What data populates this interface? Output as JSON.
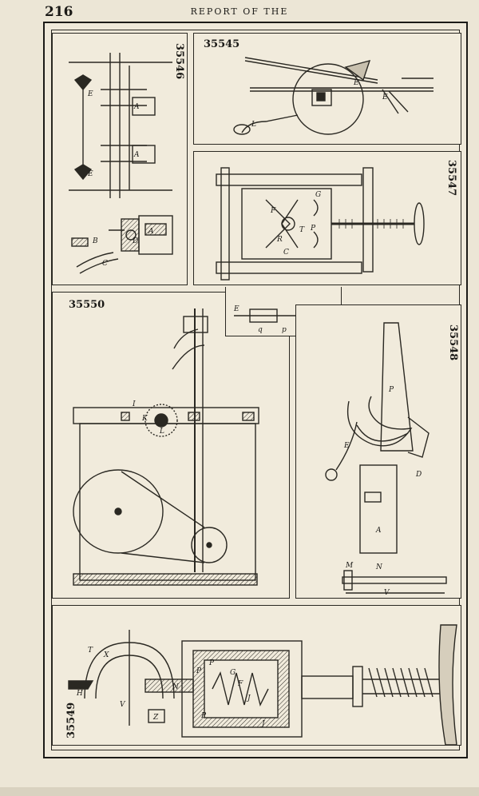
{
  "header": {
    "page_number": "216",
    "running_title": "REPORT OF THE"
  },
  "patents": [
    {
      "number": "35546",
      "labels": [
        "A",
        "A",
        "E",
        "E",
        "A",
        "B",
        "C",
        "D"
      ]
    },
    {
      "number": "35545",
      "labels": [
        "E",
        "E",
        "L"
      ]
    },
    {
      "number": "35547",
      "labels": [
        "G",
        "F",
        "T",
        "R",
        "P",
        "C"
      ]
    },
    {
      "number": "35550",
      "labels": [
        "K",
        "L",
        "I",
        "E",
        "q",
        "p"
      ]
    },
    {
      "number": "35548",
      "labels": [
        "P",
        "E",
        "D",
        "A",
        "N",
        "M",
        "V"
      ]
    },
    {
      "number": "35549",
      "labels": [
        "T",
        "X",
        "H",
        "V",
        "Z",
        "N",
        "P",
        "P",
        "G",
        "F",
        "J",
        "P",
        "J"
      ]
    }
  ]
}
